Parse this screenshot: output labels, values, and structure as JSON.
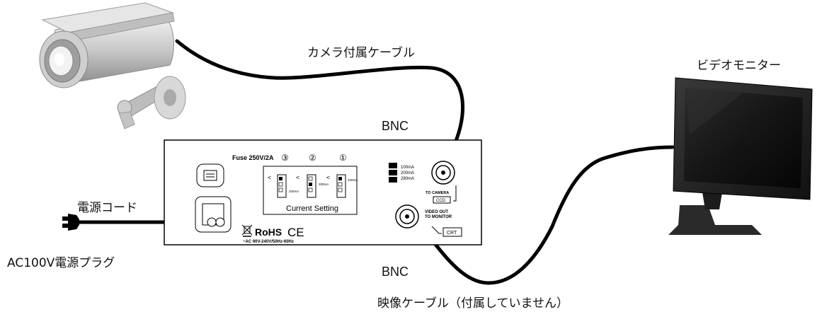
{
  "labels": {
    "camera_cable": "カメラ付属ケーブル",
    "video_monitor": "ビデオモニター",
    "bnc_top": "BNC",
    "bnc_bottom": "BNC",
    "power_cord": "電源コード",
    "ac_plug": "AC100V電源プラグ",
    "video_cable": "映像ケーブル（付属していません）"
  },
  "panel": {
    "fuse": "Fuse 250V/2A",
    "num_3": "③",
    "num_2": "②",
    "num_1": "①",
    "current_setting": "Current Setting",
    "sw_200_a": "200mA",
    "sw_200_b": "200mA",
    "sw_100": "100mA",
    "lt": "<",
    "legend_100": "100mA",
    "legend_200": "200mA",
    "legend_280": "280mA",
    "to_camera": "TO CAMERA",
    "ccd": "CCD",
    "video_out": "VIDEO OUT",
    "to_monitor": "TO MONITOR",
    "crt": "CRT",
    "rohs": "RoHS",
    "ce": "CE",
    "ac_rating": "~AC 90V-240V/50Hz-60Hz"
  }
}
